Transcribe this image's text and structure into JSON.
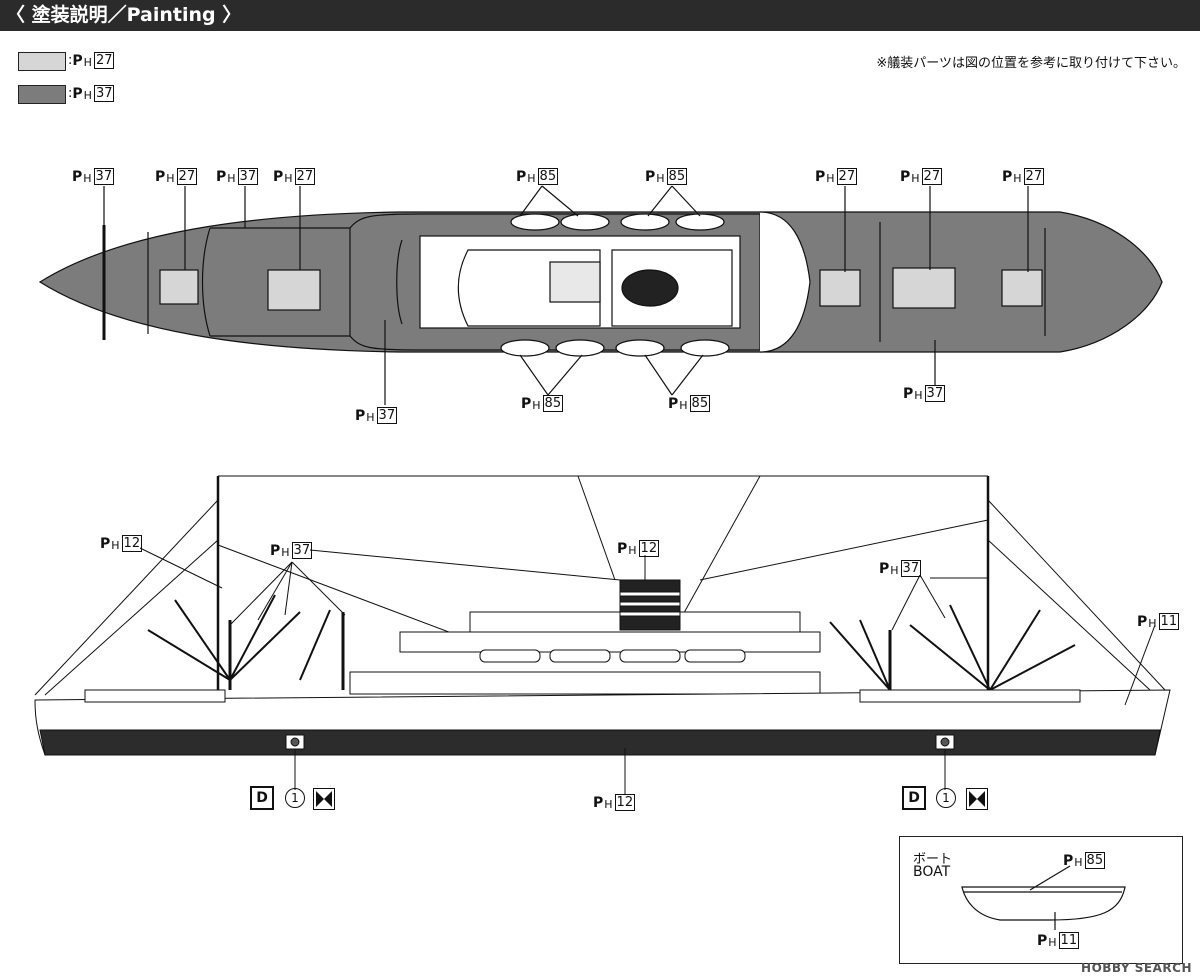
{
  "header": {
    "title": "〈 塗装説明／Painting 〉"
  },
  "legend": [
    {
      "color": "#d6d6d6",
      "prefix": "P",
      "sub": "H",
      "num": "27"
    },
    {
      "color": "#7c7c7c",
      "prefix": "P",
      "sub": "H",
      "num": "37"
    }
  ],
  "note": "※艤装パーツは図の位置を参考に取り付けて下さい。",
  "colors": {
    "light_gray": "#d6d6d6",
    "dark_gray": "#7c7c7c",
    "hull_black": "#2c2c2c",
    "funnel_black": "#222222"
  },
  "top_view_labels": [
    {
      "p": "P",
      "h": "H",
      "n": "37"
    },
    {
      "p": "P",
      "h": "H",
      "n": "27"
    },
    {
      "p": "P",
      "h": "H",
      "n": "37"
    },
    {
      "p": "P",
      "h": "H",
      "n": "27"
    },
    {
      "p": "P",
      "h": "H",
      "n": "85"
    },
    {
      "p": "P",
      "h": "H",
      "n": "85"
    },
    {
      "p": "P",
      "h": "H",
      "n": "27"
    },
    {
      "p": "P",
      "h": "H",
      "n": "27"
    },
    {
      "p": "P",
      "h": "H",
      "n": "27"
    },
    {
      "p": "P",
      "h": "H",
      "n": "37"
    },
    {
      "p": "P",
      "h": "H",
      "n": "85"
    },
    {
      "p": "P",
      "h": "H",
      "n": "85"
    },
    {
      "p": "P",
      "h": "H",
      "n": "37"
    }
  ],
  "side_view_labels": [
    {
      "p": "P",
      "h": "H",
      "n": "12"
    },
    {
      "p": "P",
      "h": "H",
      "n": "37"
    },
    {
      "p": "P",
      "h": "H",
      "n": "12"
    },
    {
      "p": "P",
      "h": "H",
      "n": "37"
    },
    {
      "p": "P",
      "h": "H",
      "n": "11"
    },
    {
      "p": "P",
      "h": "H",
      "n": "12"
    }
  ],
  "decals": [
    {
      "d": "D",
      "num": "1"
    },
    {
      "d": "D",
      "num": "1"
    }
  ],
  "boat": {
    "label_jp": "ボート",
    "label_en": "BOAT",
    "top": {
      "p": "P",
      "h": "H",
      "n": "85"
    },
    "bottom": {
      "p": "P",
      "h": "H",
      "n": "11"
    }
  },
  "watermark": "HOBBY SEARCH"
}
